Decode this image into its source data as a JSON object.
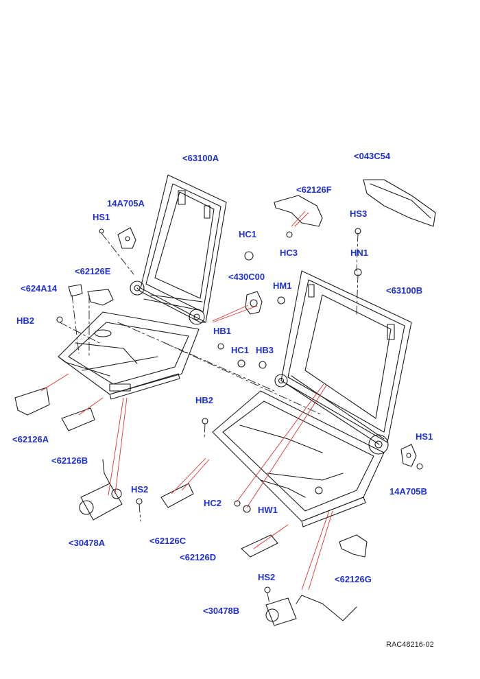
{
  "diagram": {
    "reference_code": "RAC48216-02",
    "callouts": {
      "c63100A": "<63100A",
      "c043C54": "<043C54",
      "c62126F": "<62126F",
      "c14A705A": "14A705A",
      "cHS1_top": "HS1",
      "cHS3": "HS3",
      "cHC1_top": "HC1",
      "cHC3": "HC3",
      "cHN1": "HN1",
      "c62126E": "<62126E",
      "c624A14": "<624A14",
      "c430C00": "<430C00",
      "cHM1": "HM1",
      "c63100B": "<63100B",
      "cHB2_left": "HB2",
      "cHB1": "HB1",
      "cHC1_mid": "HC1",
      "cHB3": "HB3",
      "cHB2_mid": "HB2",
      "c62126A": "<62126A",
      "c62126B": "<62126B",
      "cHS1_right": "HS1",
      "c14A705B": "14A705B",
      "cHS2_left": "HS2",
      "cHC2": "HC2",
      "cHW1": "HW1",
      "c30478A": "<30478A",
      "c62126C": "<62126C",
      "c62126D": "<62126D",
      "c62126G": "<62126G",
      "cHS2_bottom": "HS2",
      "c30478B": "<30478B"
    }
  },
  "colors": {
    "callout_text": "#1f2fd6",
    "leader_line": "#e03030",
    "part_outline": "#1a1a1a",
    "background": "#ffffff"
  }
}
